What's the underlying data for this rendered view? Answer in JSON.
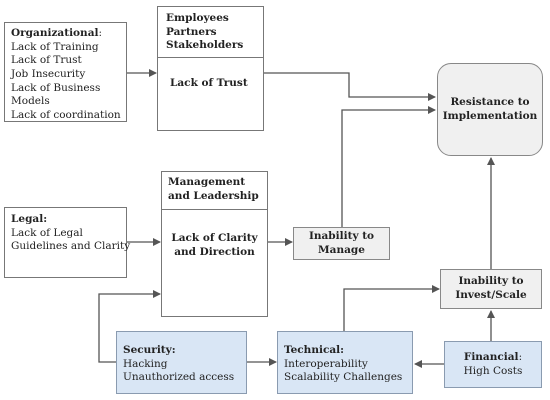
{
  "organizational": {
    "title": "Organizational",
    "title_suffix": ":",
    "items": [
      "Lack of Training",
      "Lack of Trust",
      "Job Insecurity",
      "Lack of Business",
      "Models",
      "Lack of coordination"
    ]
  },
  "stakeholders": {
    "header_lines": [
      "Employees",
      "Partners",
      "Stakeholders"
    ],
    "body": "Lack of Trust"
  },
  "resistance": {
    "lines": [
      "Resistance to",
      "Implementation"
    ]
  },
  "legal": {
    "title": "Legal:",
    "items": [
      "Lack of Legal",
      "Guidelines and Clarity"
    ]
  },
  "management": {
    "header_lines": [
      "Management",
      "and Leadership"
    ],
    "body_lines": [
      "Lack of Clarity",
      "and Direction"
    ]
  },
  "inability_manage": {
    "lines": [
      "Inability to",
      "Manage"
    ]
  },
  "inability_invest": {
    "lines": [
      "Inability to",
      "Invest/Scale"
    ]
  },
  "security": {
    "title": "Security:",
    "items": [
      "Hacking",
      "Unauthorized access"
    ]
  },
  "technical": {
    "title": "Technical:",
    "items": [
      "Interoperability",
      "Scalability Challenges"
    ]
  },
  "financial": {
    "title": "Financial",
    "title_suffix": ":",
    "item": "High Costs"
  },
  "colors": {
    "arrow": "#555555",
    "blue_fill": "#d9e6f5",
    "grey_fill": "#f0f0f0"
  }
}
